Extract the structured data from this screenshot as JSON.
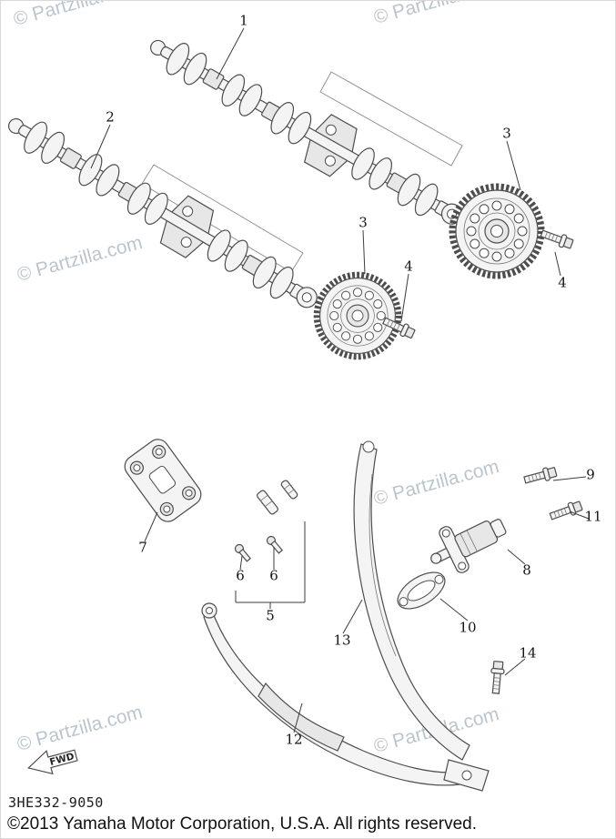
{
  "watermark": {
    "text": "© Partzilla.com"
  },
  "callouts": [
    {
      "label": "1"
    },
    {
      "label": "2"
    },
    {
      "label": "3"
    },
    {
      "label": "3"
    },
    {
      "label": "4"
    },
    {
      "label": "4"
    },
    {
      "label": "5"
    },
    {
      "label": "6"
    },
    {
      "label": "6"
    },
    {
      "label": "7"
    },
    {
      "label": "8"
    },
    {
      "label": "9"
    },
    {
      "label": "10"
    },
    {
      "label": "11"
    },
    {
      "label": "12"
    },
    {
      "label": "13"
    },
    {
      "label": "14"
    }
  ],
  "fwd": {
    "label": "FWD"
  },
  "footer": {
    "part_code": "3HE332-9050",
    "copyright": "©2013 Yamaha Motor Corporation, U.S.A. All rights reserved."
  }
}
